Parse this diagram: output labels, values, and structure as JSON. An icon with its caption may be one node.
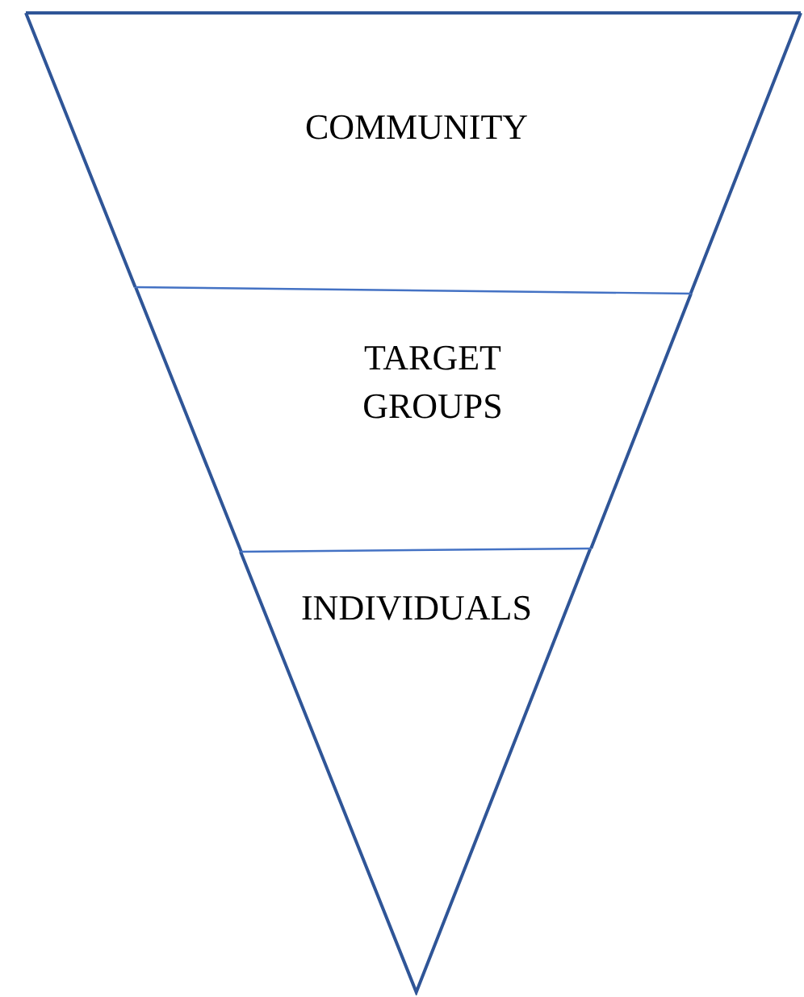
{
  "diagram": {
    "nodes": [
      {
        "text": [
          "COMMUNITY"
        ]
      },
      {
        "text": [
          "TARGET GROUPS"
        ]
      },
      {
        "text": [
          "INDIVIDUALS"
        ]
      }
    ]
  }
}
